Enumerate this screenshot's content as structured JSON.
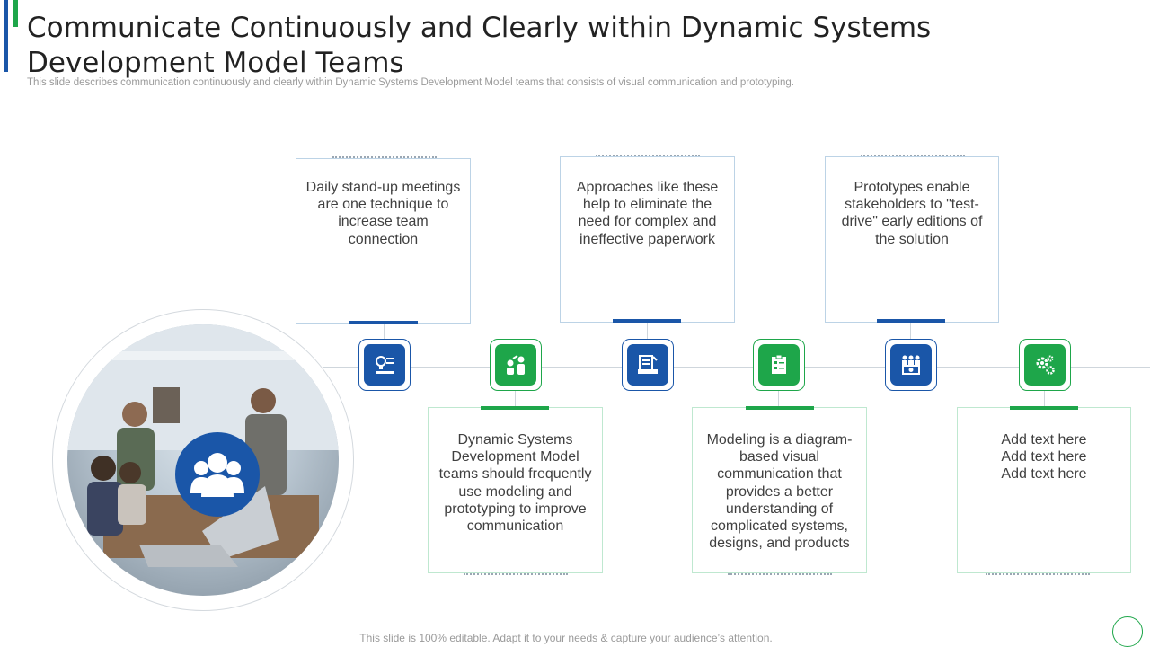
{
  "header": {
    "title": "Communicate Continuously and Clearly within Dynamic Systems Development Model Teams",
    "subtitle": "This slide describes communication continuously and clearly within Dynamic Systems Development Model teams that consists of visual communication and prototyping."
  },
  "footer": {
    "text": "This slide is 100% editable. Adapt it to your needs & capture your audience’s attention."
  },
  "colors": {
    "blue": "#1a56a8",
    "green": "#1ea64a"
  },
  "photo": {
    "badge_icon": "team-icon"
  },
  "steps": [
    {
      "icon": "idea-presentation-icon",
      "color": "blue",
      "text": "Daily stand-up meetings are one technique to increase team connection"
    },
    {
      "icon": "people-collaboration-icon",
      "color": "green",
      "text": "Dynamic Systems Development Model teams should frequently use modeling and prototyping to improve communication"
    },
    {
      "icon": "document-tools-icon",
      "color": "blue",
      "text": "Approaches like these help to eliminate the need for complex and ineffective paperwork"
    },
    {
      "icon": "checklist-icon",
      "color": "green",
      "text": "Modeling is a diagram-based visual communication that provides a better understanding of complicated systems, designs, and products"
    },
    {
      "icon": "stakeholders-icon",
      "color": "blue",
      "text": "Prototypes enable stakeholders to \"test-drive\" early editions of the solution"
    },
    {
      "icon": "gears-icon",
      "color": "green",
      "text": "Add text here Add text here Add text here"
    }
  ]
}
